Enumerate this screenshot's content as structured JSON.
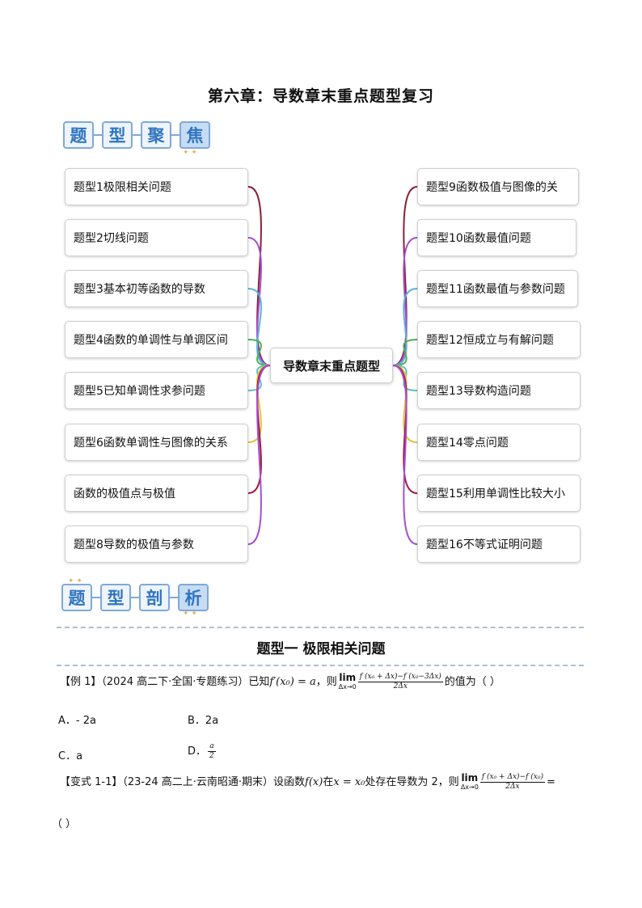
{
  "page_title": "第六章：导数章末重点题型复习",
  "badges_focus": [
    "题",
    "型",
    "聚",
    "焦"
  ],
  "badges_analysis": [
    "题",
    "型",
    "剖",
    "析"
  ],
  "mindmap": {
    "center": "导数章末重点题型",
    "left": [
      "题型1极限相关问题",
      "题型2切线问题",
      "题型3基本初等函数的导数",
      "题型4函数的单调性与单调区间",
      "题型5已知单调性求参问题",
      "题型6函数单调性与图像的关系",
      "函数的极值点与极值",
      "题型8导数的极值与参数"
    ],
    "right": [
      "题型9函数极值与图像的关",
      "题型10函数最值问题",
      "题型11函数最值与参数问题",
      "题型12恒成立与有解问题",
      "题型13导数构造问题",
      "题型14零点问题",
      "题型15利用单调性比较大小",
      "题型16不等式证明问题"
    ],
    "colors": [
      "#8a1f3a",
      "#a34fd1",
      "#5bb3d9",
      "#4caf50",
      "#5bc0c9",
      "#e3c13b",
      "#a0163a",
      "#a34fd1"
    ]
  },
  "section": {
    "title": "题型一  极限相关问题",
    "example1": {
      "prefix": "【例 1】（2024 高二下·全国·专题练习）已知",
      "given": "f′(x₀) = a",
      "mid": "，则",
      "lim_word": "lim",
      "lim_sub": "Δx→0",
      "frac_num": "f (x₀ + Δx)−f (x₀−3Δx)",
      "frac_den": "2Δx",
      "suffix": "的值为（      ）"
    },
    "options": {
      "A": "A．- 2a",
      "B": "B．2a",
      "C": "C．a",
      "D_label": "D．",
      "D_num": "a",
      "D_den": "2"
    },
    "variant1": {
      "prefix": "【变式 1-1】（23-24 高二上·云南昭通·期末）设函数",
      "fx": "f(x)",
      "at": "在",
      "xeq": "x = x₀",
      "mid": "处存在导数为 2，则",
      "lim_word": "lim",
      "lim_sub": "Δx→0",
      "frac_num": "f (x₀ + Δx)−f (x₀)",
      "frac_den": "2Δx",
      "eq": "=",
      "paren": "（      ）"
    }
  }
}
